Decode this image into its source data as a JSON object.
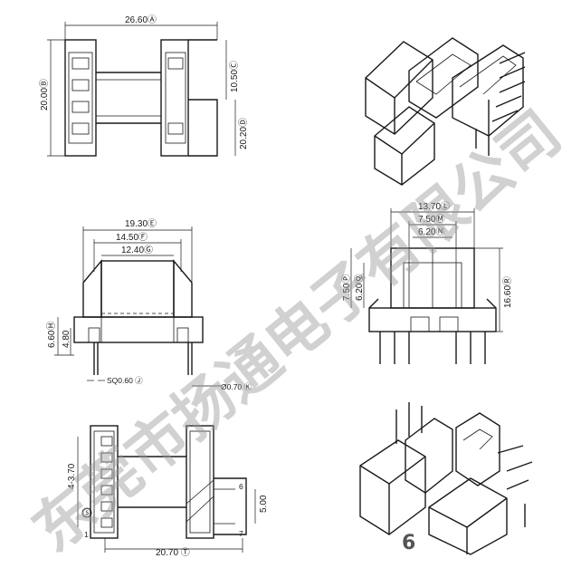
{
  "watermark": {
    "text": "东莞市扬通电子有限公司"
  },
  "page_number": "6",
  "top_view": {
    "width": "26.60Ⓐ",
    "height": "20.00Ⓑ",
    "slot": "10.50Ⓒ",
    "depth": "20.20Ⓓ"
  },
  "front_view": {
    "outer": "19.30Ⓔ",
    "middle": "14.50Ⓕ",
    "inner": "12.40Ⓖ",
    "base_h": "6.60Ⓗ",
    "pin_h": "4.80",
    "pin_sq": "SQ0.60 Ⓙ",
    "pin_dia": "Ø0.70 Ⓚ"
  },
  "side_view": {
    "outer": "13.70Ⓛ",
    "middle": "7.50Ⓜ",
    "inner": "6.20Ⓝ",
    "h1": "7.50Ⓟ",
    "h2": "6.20Ⓠ",
    "total_h": "16.60Ⓡ"
  },
  "bottom_view": {
    "pitch": "4-3.70",
    "width": "20.70 Ⓣ",
    "spacing": "5.00",
    "pin1": "1",
    "pin6": "6",
    "pin7": "7",
    "ring": "Ⓢ"
  }
}
